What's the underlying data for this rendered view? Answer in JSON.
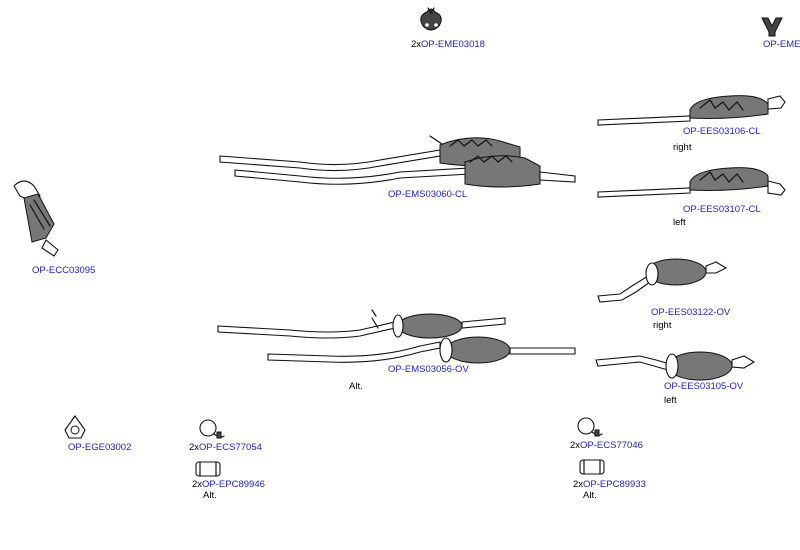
{
  "parts": [
    {
      "id": "OP-EME03018",
      "qty": "2x",
      "note": ""
    },
    {
      "id": "OP-EME",
      "qty": "",
      "note": ""
    },
    {
      "id": "OP-EES03106-CL",
      "qty": "",
      "note": "right"
    },
    {
      "id": "OP-EMS03060-CL",
      "qty": "",
      "note": ""
    },
    {
      "id": "OP-EES03107-CL",
      "qty": "",
      "note": "left"
    },
    {
      "id": "OP-ECC03095",
      "qty": "",
      "note": ""
    },
    {
      "id": "OP-EES03122-OV",
      "qty": "",
      "note": "right"
    },
    {
      "id": "OP-EMS03056-OV",
      "qty": "",
      "note": ""
    },
    {
      "id": "OP-EES03105-OV",
      "qty": "",
      "note": "left"
    },
    {
      "id": "OP-EGE03002",
      "qty": "",
      "note": ""
    },
    {
      "id": "OP-ECS77054",
      "qty": "2x",
      "note": ""
    },
    {
      "id": "OP-EPC89946",
      "qty": "2x",
      "note": "Alt."
    },
    {
      "id": "OP-ECS77046",
      "qty": "2x",
      "note": ""
    },
    {
      "id": "OP-EPC89933",
      "qty": "2x",
      "note": "Alt."
    }
  ],
  "annotations": {
    "alt_main": "Alt."
  },
  "colors": {
    "code_link": "#2323c8",
    "text": "#000000",
    "ink": "#111111",
    "muffler_fill": "#777777"
  }
}
